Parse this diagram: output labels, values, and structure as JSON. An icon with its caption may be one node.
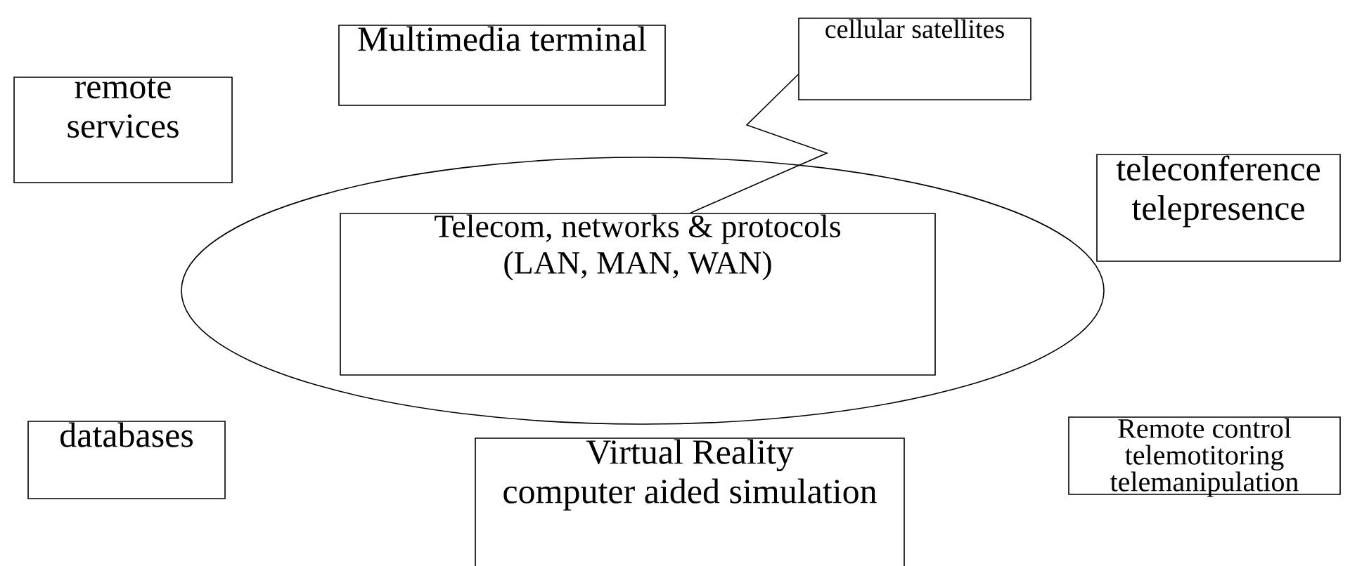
{
  "diagram": {
    "nodes": [
      {
        "text": [
          "Multimedia terminal"
        ]
      },
      {
        "text": [
          "cellular satellites"
        ]
      },
      {
        "text": [
          "remote services"
        ]
      },
      {
        "text": [
          "teleconference telepresence"
        ]
      },
      {
        "text": [],
        "shape": "ellipse"
      },
      {
        "text": [
          "Telecom, networks & protocols (LAN, MAN, WAN)"
        ],
        "in": 4
      },
      {
        "text": [
          "Remote control telemotitoring telemanipulation"
        ]
      },
      {
        "text": [
          "databases"
        ]
      },
      {
        "text": [
          "Virtual Reality computer aided simulation"
        ]
      }
    ],
    "edges": [
      {
        "from": 1,
        "to": 5,
        "arrow": "none"
      }
    ]
  }
}
